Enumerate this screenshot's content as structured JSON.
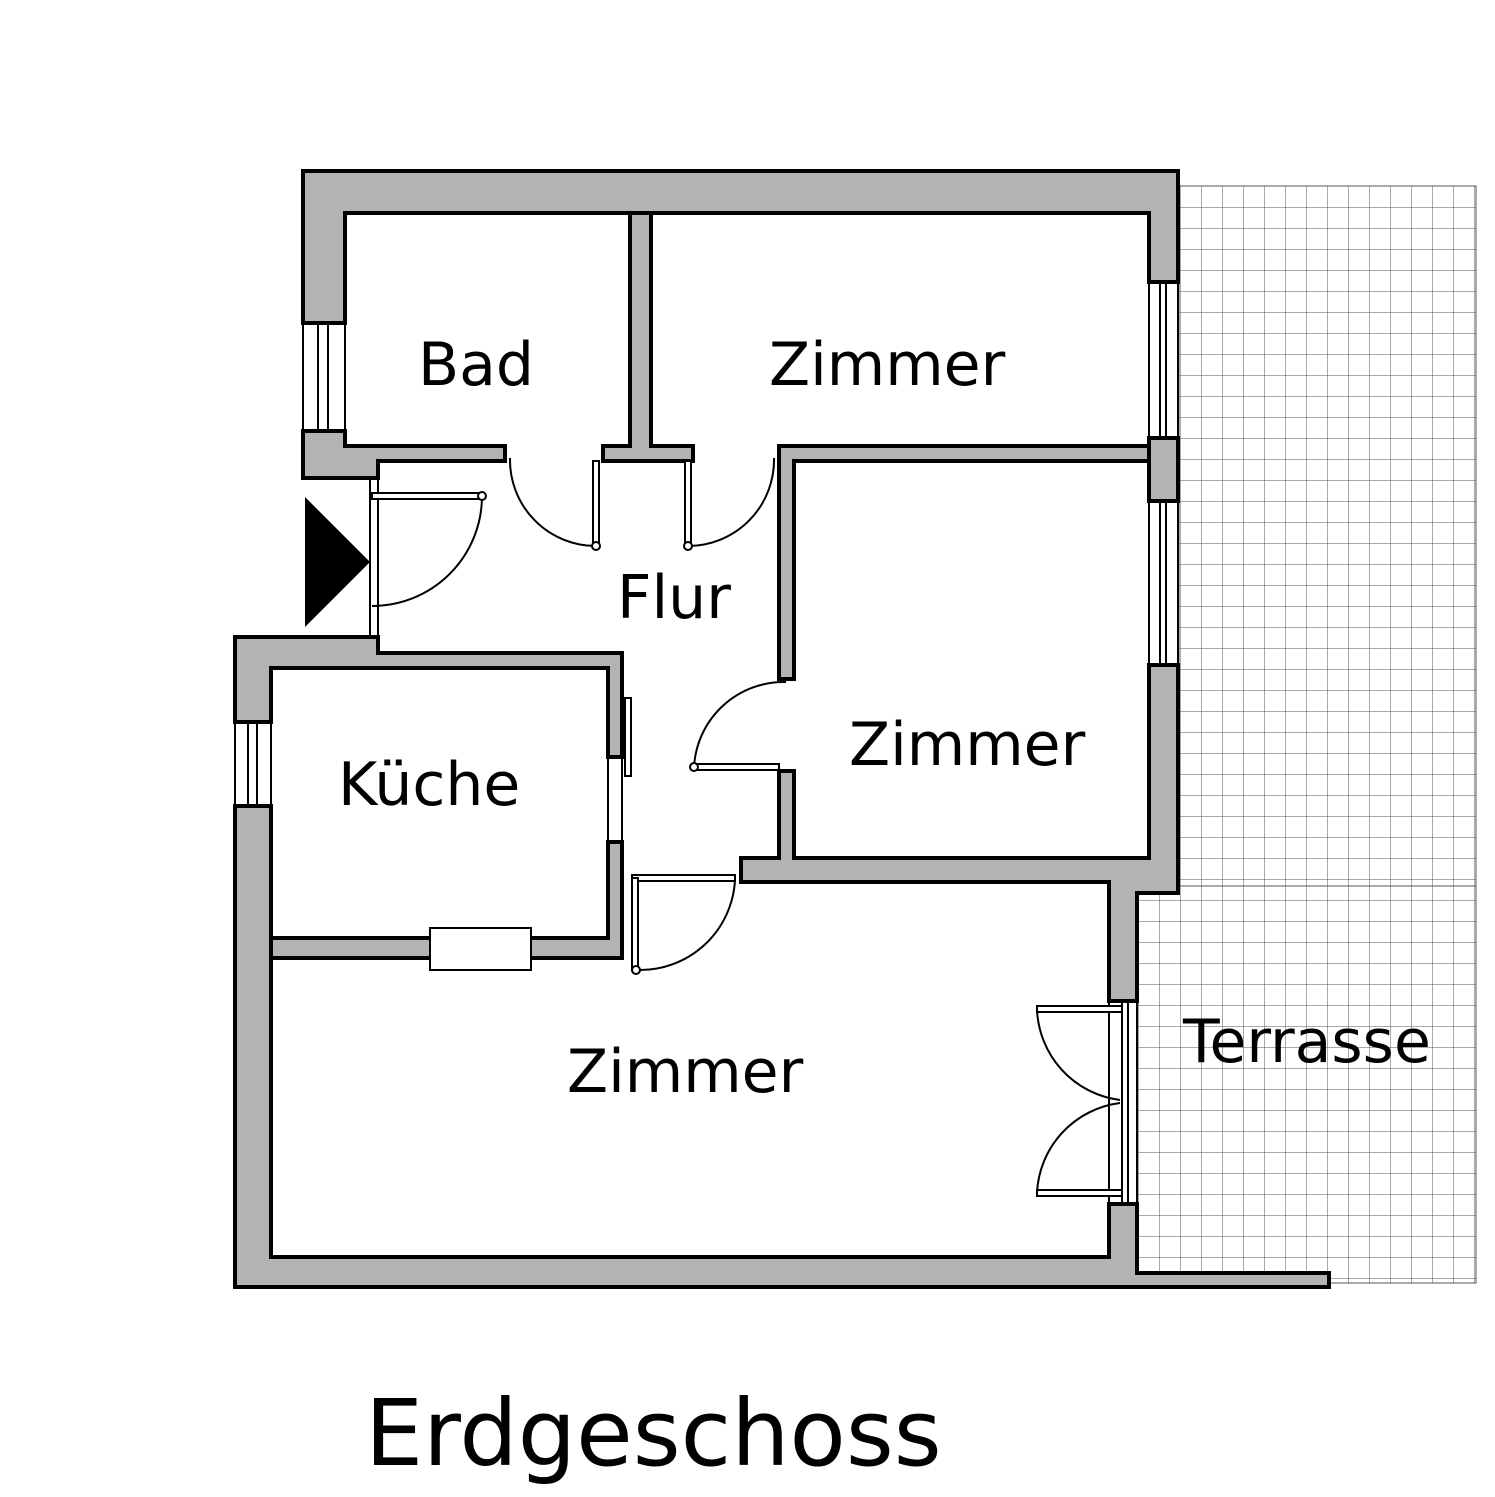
{
  "plan": {
    "title": "Erdgeschoss",
    "rooms": {
      "bad": "Bad",
      "zimmer_top": "Zimmer",
      "flur": "Flur",
      "zimmer_right": "Zimmer",
      "kueche": "Küche",
      "zimmer_bottom": "Zimmer",
      "terrasse": "Terrasse"
    }
  },
  "colors": {
    "wall_fill": "#b3b3b3",
    "line": "#000000",
    "background": "#ffffff"
  },
  "icons": {
    "entrance": "entrance-arrow-icon"
  }
}
